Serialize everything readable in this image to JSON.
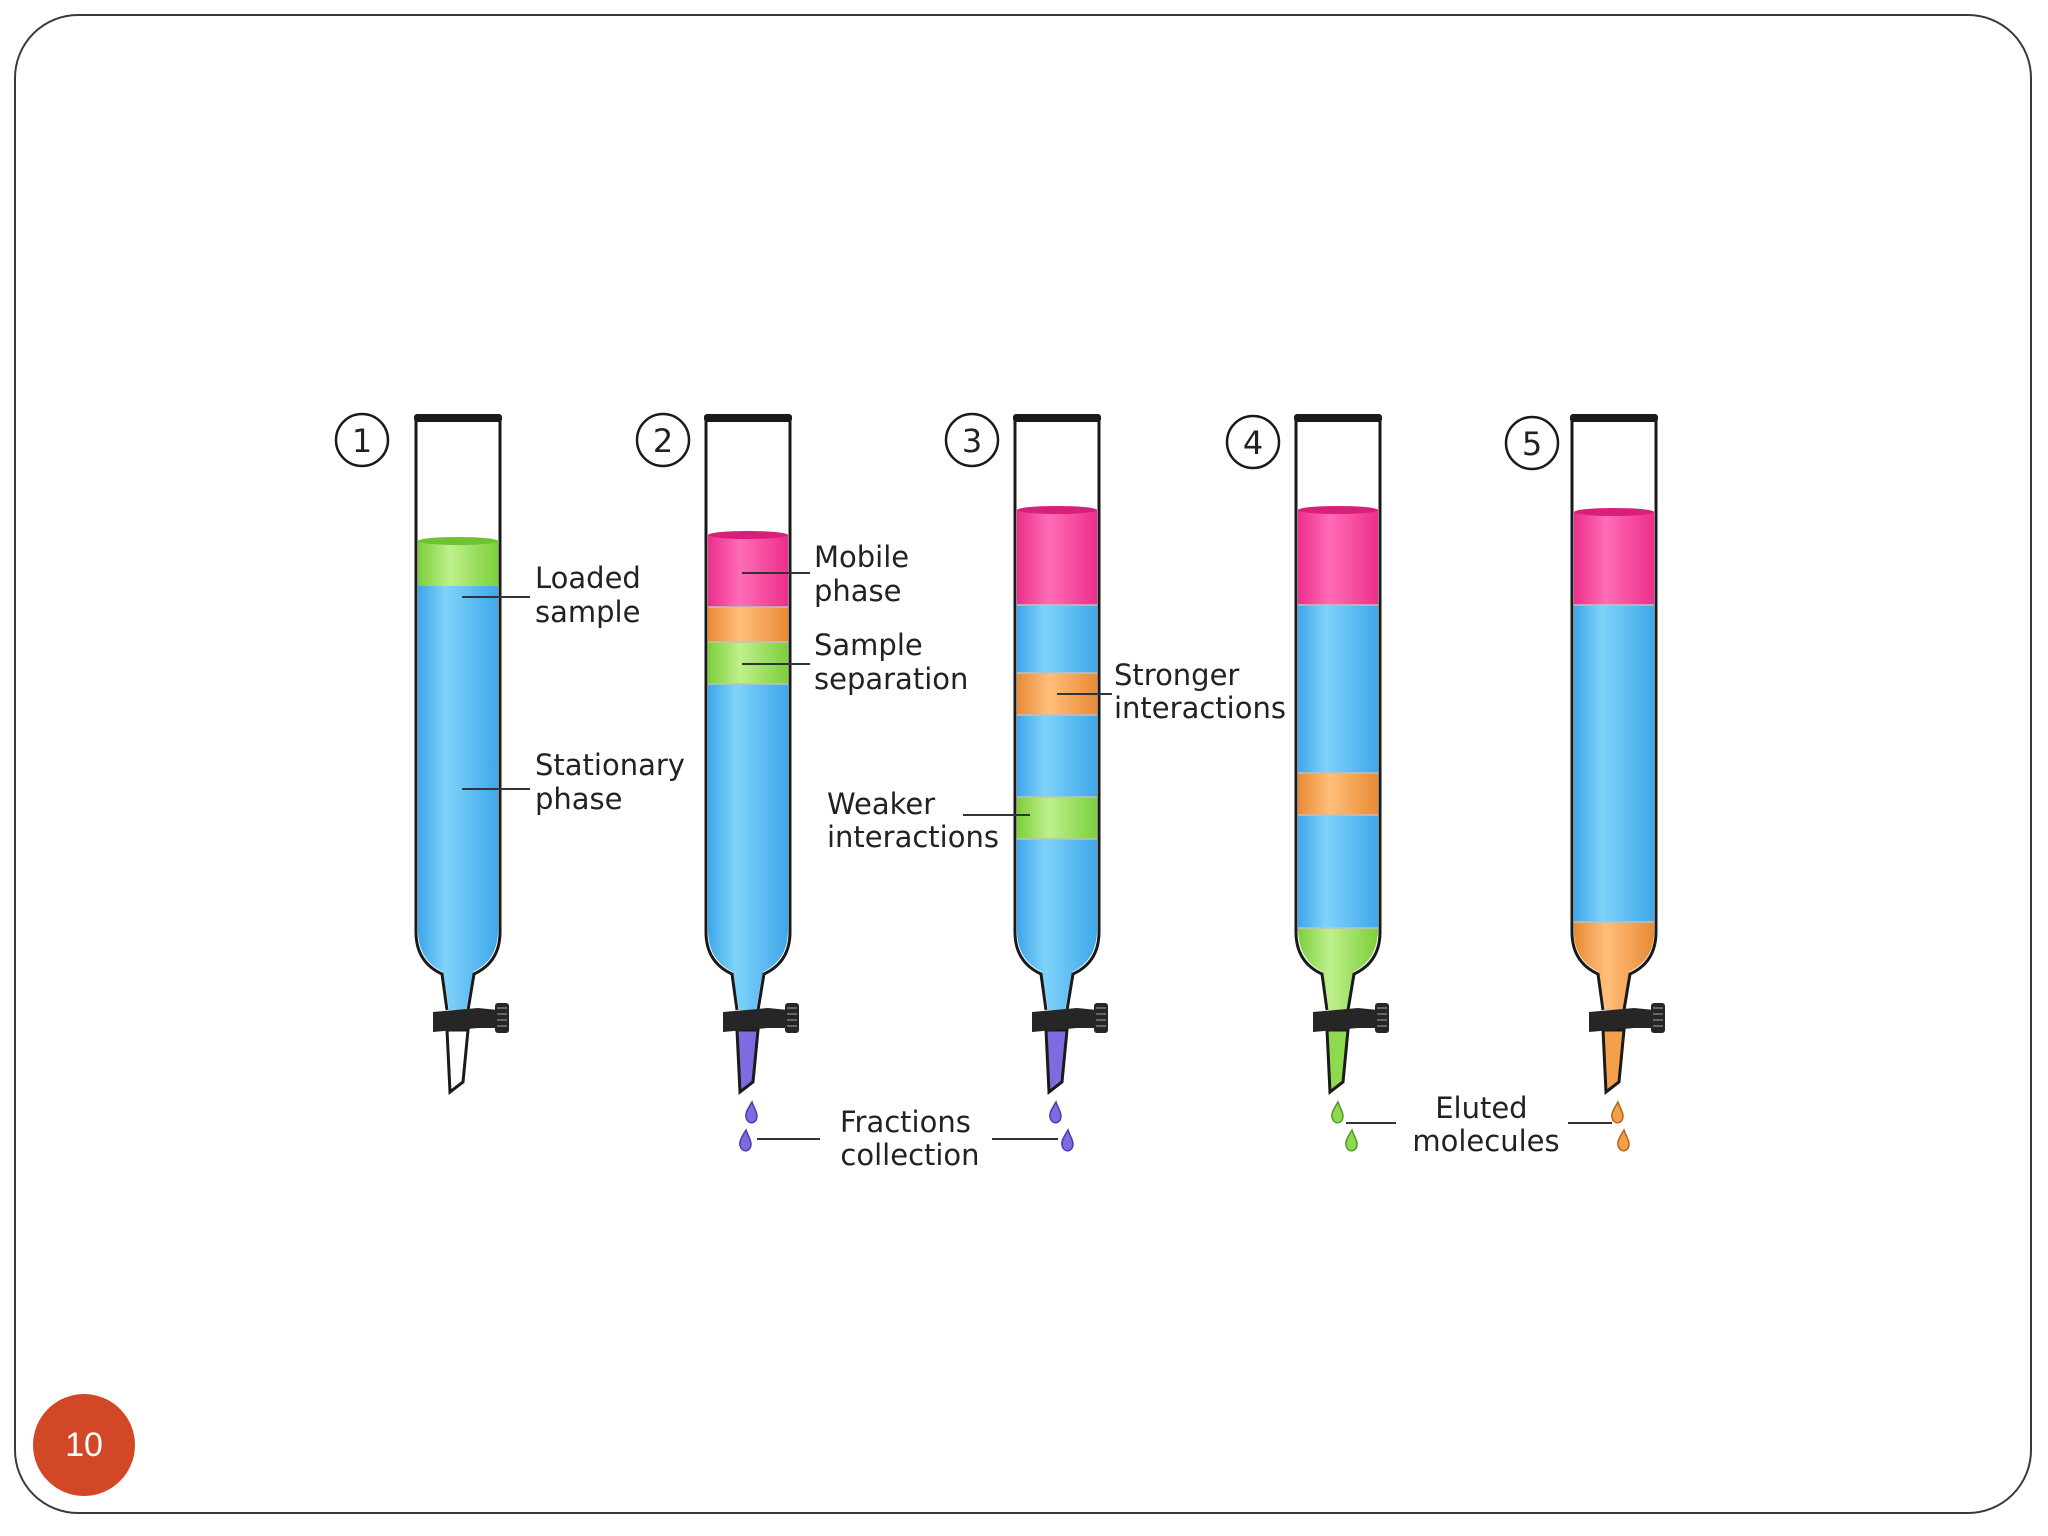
{
  "slide_number": "10",
  "steps": [
    "1",
    "2",
    "3",
    "4",
    "5"
  ],
  "labels": {
    "loaded_sample": [
      "Loaded",
      "sample"
    ],
    "stationary_phase": [
      "Stationary",
      "phase"
    ],
    "mobile_phase": [
      "Mobile",
      "phase"
    ],
    "sample_separation": [
      "Sample",
      "separation"
    ],
    "stronger_interactions": [
      "Stronger",
      "interactions"
    ],
    "weaker_interactions": [
      "Weaker",
      "interactions"
    ],
    "fractions_collection": [
      "Fractions",
      "collection"
    ],
    "eluted_molecules": [
      "Eluted",
      "molecules"
    ]
  },
  "colors": {
    "stationary": "#5ec2f2",
    "mobile": "#f23f9a",
    "band_orange": "#f2a04c",
    "band_green": "#8fd94e",
    "drop_purple": "#7f6be0",
    "slide_badge": "#d24726"
  },
  "icons": [
    "stopcock-valve-icon",
    "droplet-icon",
    "step-number-circle-icon"
  ]
}
